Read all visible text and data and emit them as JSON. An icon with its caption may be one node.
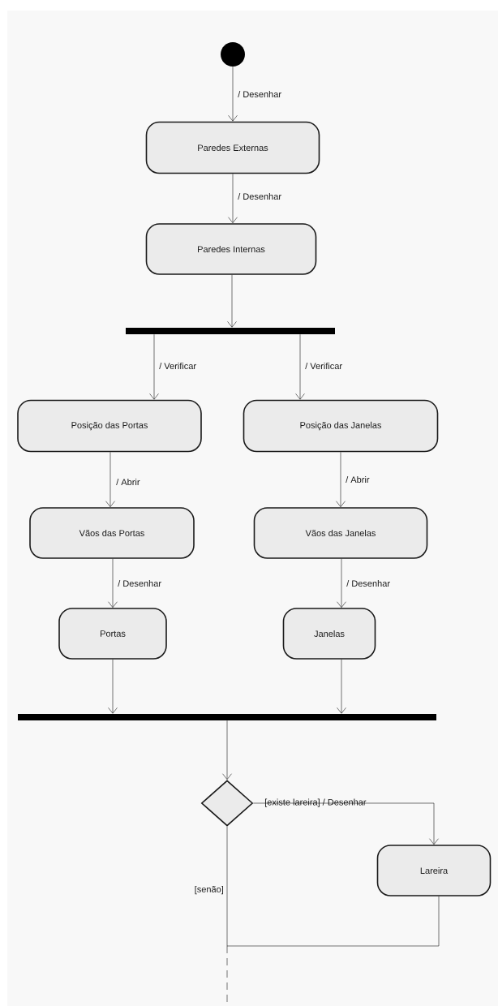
{
  "diagram": {
    "nodes": [
      {
        "text": [],
        "shape": "circle"
      },
      {
        "text": [
          "Paredes Externas"
        ]
      },
      {
        "text": [
          "Paredes Internas"
        ]
      },
      {
        "text": [],
        "shape": "bar"
      },
      {
        "text": [
          "Posição das Portas"
        ]
      },
      {
        "text": [
          "Posição das Janelas"
        ]
      },
      {
        "text": [
          "Vãos das Portas"
        ]
      },
      {
        "text": [
          "Vãos das Janelas"
        ]
      },
      {
        "text": [
          "Portas"
        ]
      },
      {
        "text": [
          "Janelas"
        ]
      },
      {
        "text": [],
        "shape": "bar"
      },
      {
        "text": [],
        "shape": "diamond"
      },
      {
        "text": [
          "Lareira"
        ]
      }
    ],
    "edges": [
      {
        "from": 0,
        "to": 1,
        "arrow": "to",
        "label": "/ Desenhar"
      },
      {
        "from": 1,
        "to": 2,
        "arrow": "to",
        "label": "/ Desenhar"
      },
      {
        "from": 2,
        "to": 3,
        "arrow": "to"
      },
      {
        "from": 3,
        "to": 4,
        "arrow": "to",
        "label": "/ Verificar"
      },
      {
        "from": 3,
        "to": 5,
        "arrow": "to",
        "label": "/ Verificar"
      },
      {
        "from": 4,
        "to": 6,
        "arrow": "to",
        "label": "/ Abrir"
      },
      {
        "from": 5,
        "to": 7,
        "arrow": "to",
        "label": "/ Abrir"
      },
      {
        "from": 6,
        "to": 8,
        "arrow": "to",
        "label": "/ Desenhar"
      },
      {
        "from": 7,
        "to": 9,
        "arrow": "to",
        "label": "/ Desenhar"
      },
      {
        "from": 8,
        "to": 10,
        "arrow": "to"
      },
      {
        "from": 9,
        "to": 10,
        "arrow": "to"
      },
      {
        "from": 10,
        "to": 11,
        "arrow": "to"
      },
      {
        "from": 11,
        "to": 12,
        "arrow": "to",
        "label": "[existe lareira] / Desenhar"
      },
      {
        "from": 11,
        "to": null,
        "arrow": "none",
        "label": "[senão]"
      },
      {
        "from": 12,
        "to": null,
        "arrow": "none"
      }
    ]
  }
}
